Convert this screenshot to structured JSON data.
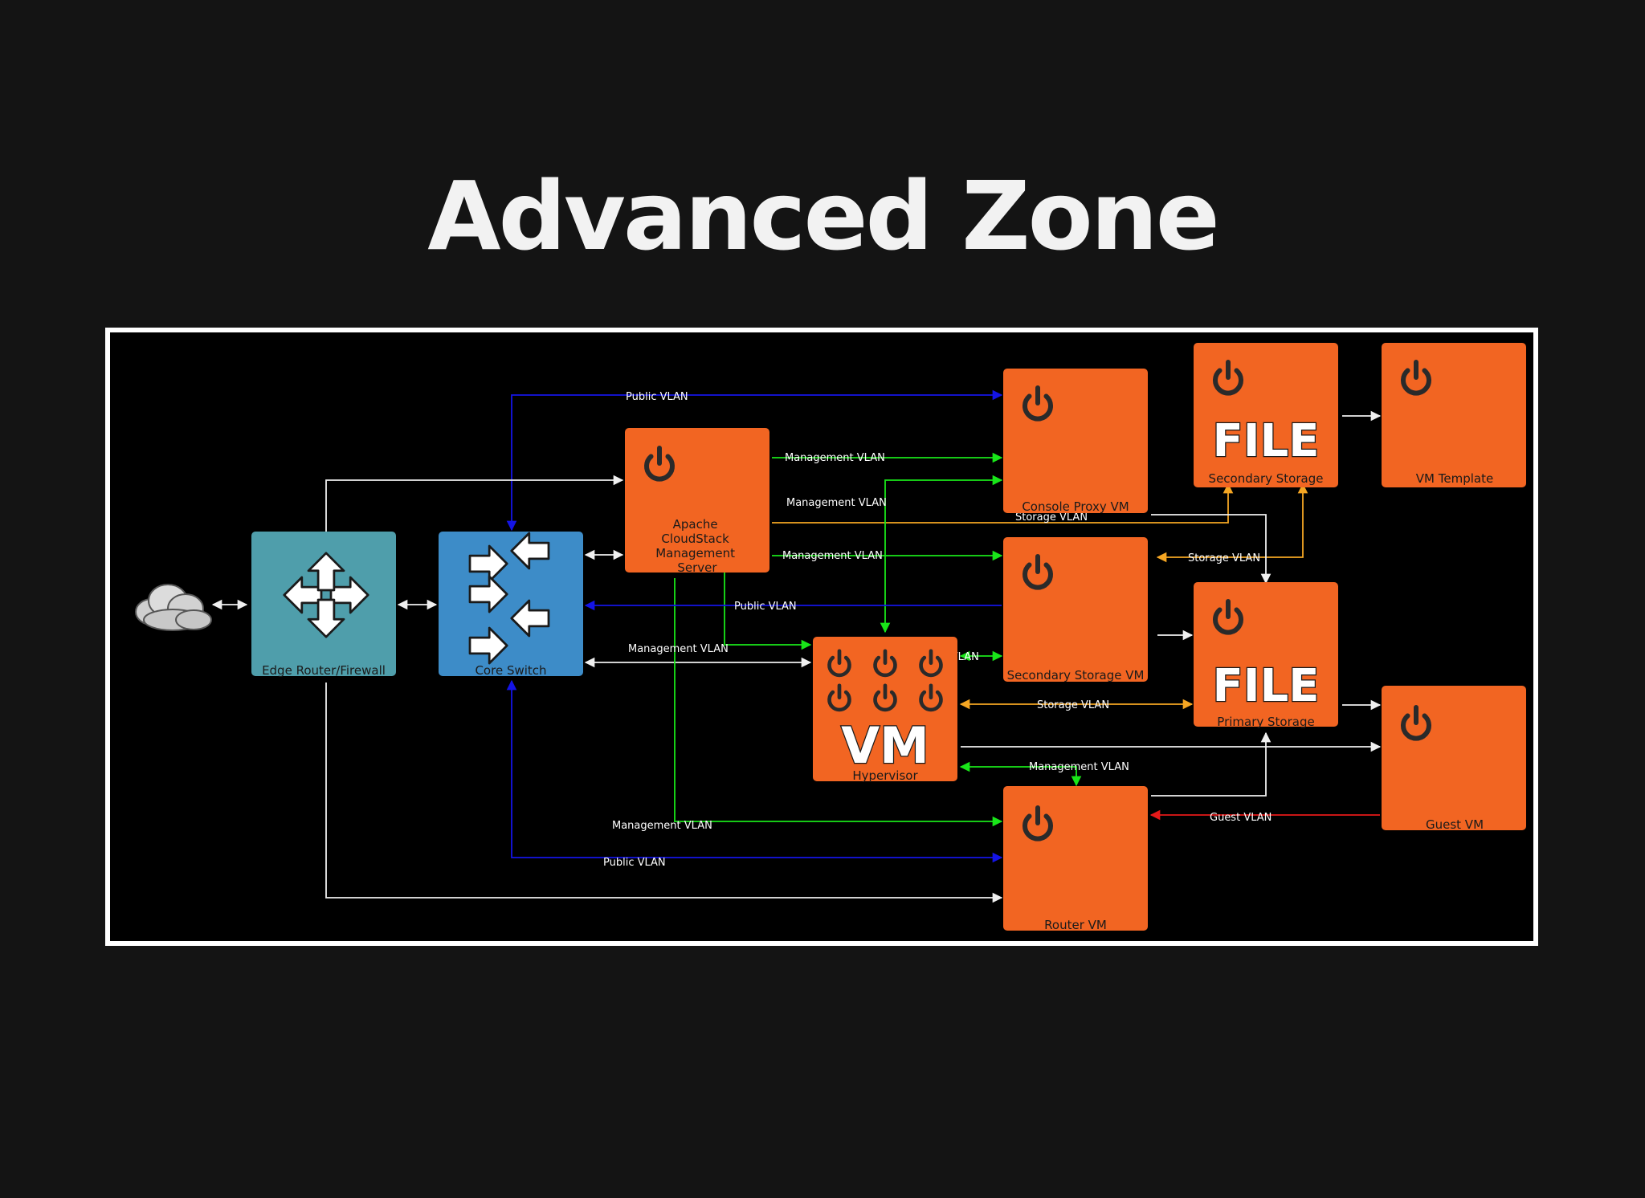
{
  "slide": {
    "title": "Advanced Zone"
  },
  "colors": {
    "background": "#141414",
    "orange": "#f26522",
    "teal": "#4f9eab",
    "blue": "#3d8cc8",
    "public_vlan": "#1414e6",
    "management_vlan": "#19e619",
    "storage_vlan": "#f5a623",
    "guest_vlan": "#e61919",
    "plain_link": "#f0f0f0"
  },
  "diagram": {
    "nodes": {
      "internet": {
        "label": "",
        "icon": "cloud-icon"
      },
      "edge_router": {
        "label": "Edge Router/Firewall",
        "icon": "router-arrows-icon"
      },
      "core_switch": {
        "label": "Core Switch",
        "icon": "switch-arrows-icon"
      },
      "mgmt_server": {
        "label_lines": [
          "Apache",
          "CloudStack",
          "Management",
          "Server"
        ],
        "icon": "power-icon"
      },
      "console_proxy": {
        "label": "Console Proxy VM",
        "icon": "power-icon"
      },
      "secondary_storage": {
        "label": "Secondary Storage",
        "badge": "FILE",
        "icon": "power-icon"
      },
      "vm_template": {
        "label": "VM Template",
        "icon": "power-icon"
      },
      "secondary_storage_vm": {
        "label": "Secondary Storage VM",
        "icon": "power-icon"
      },
      "primary_storage": {
        "label": "Primary Storage",
        "badge": "FILE",
        "icon": "power-icon"
      },
      "hypervisor": {
        "label": "Hypervisor",
        "badge": "VM",
        "icon": "power-icon"
      },
      "guest_vm": {
        "label": "Guest VM",
        "icon": "power-icon"
      },
      "router_vm": {
        "label": "Router VM",
        "icon": "power-icon"
      }
    },
    "link_labels": {
      "public_top": "Public VLAN",
      "mgmt_to_console": "Management VLAN",
      "mgmt_to_secondary": "Management VLAN",
      "storage_console": "Storage VLAN",
      "mgmt_to_ssvm": "Management VLAN",
      "storage_ssvm": "Storage VLAN",
      "public_ssvm": "Public VLAN",
      "mgmt_switch_hyp": "Management VLAN",
      "mgmt_ssvm_hyp": "Management VLAN",
      "storage_hyp": "Storage VLAN",
      "mgmt_router_hyp": "Management VLAN",
      "guest": "Guest VLAN",
      "mgmt_bottom": "Management VLAN",
      "public_bottom": "Public VLAN"
    }
  }
}
